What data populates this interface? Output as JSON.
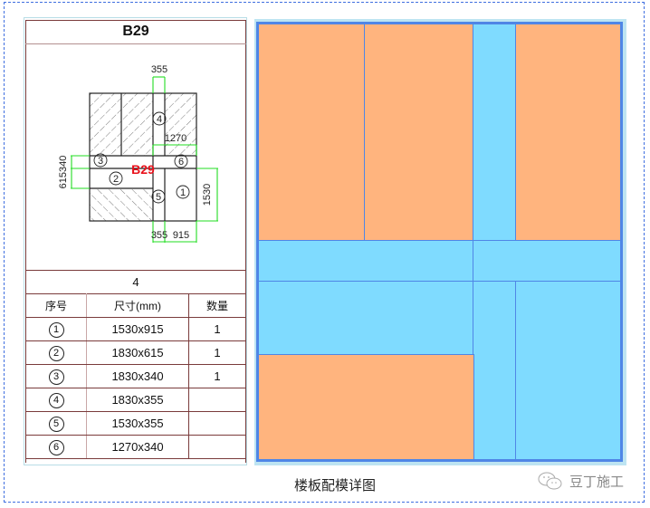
{
  "panel": {
    "title": "B29",
    "count": "4"
  },
  "drawing": {
    "label": "B29",
    "label_color": "#e8101a",
    "dimension_color": "#22dd22",
    "dimensions": {
      "top_width": "355",
      "mid_width": "1270",
      "left_heights": "615340",
      "right_height": "1530",
      "bottom_a": "355",
      "bottom_b": "915"
    },
    "markers": [
      "1",
      "2",
      "3",
      "4",
      "5",
      "6"
    ]
  },
  "table": {
    "headers": [
      "序号",
      "尺寸(mm)",
      "数量"
    ],
    "rows": [
      {
        "no": "1",
        "size": "1530x915",
        "qty": "1"
      },
      {
        "no": "2",
        "size": "1830x615",
        "qty": "1"
      },
      {
        "no": "3",
        "size": "1830x340",
        "qty": "1"
      },
      {
        "no": "4",
        "size": "1830x355",
        "qty": ""
      },
      {
        "no": "5",
        "size": "1530x355",
        "qty": ""
      },
      {
        "no": "6",
        "size": "1270x340",
        "qty": ""
      }
    ]
  },
  "layout_view": {
    "colors": {
      "panel": "#ffb47e",
      "filler": "#7fdbff",
      "edge": "#4f86e6"
    }
  },
  "caption": "楼板配模详图",
  "brand": "豆丁施工"
}
